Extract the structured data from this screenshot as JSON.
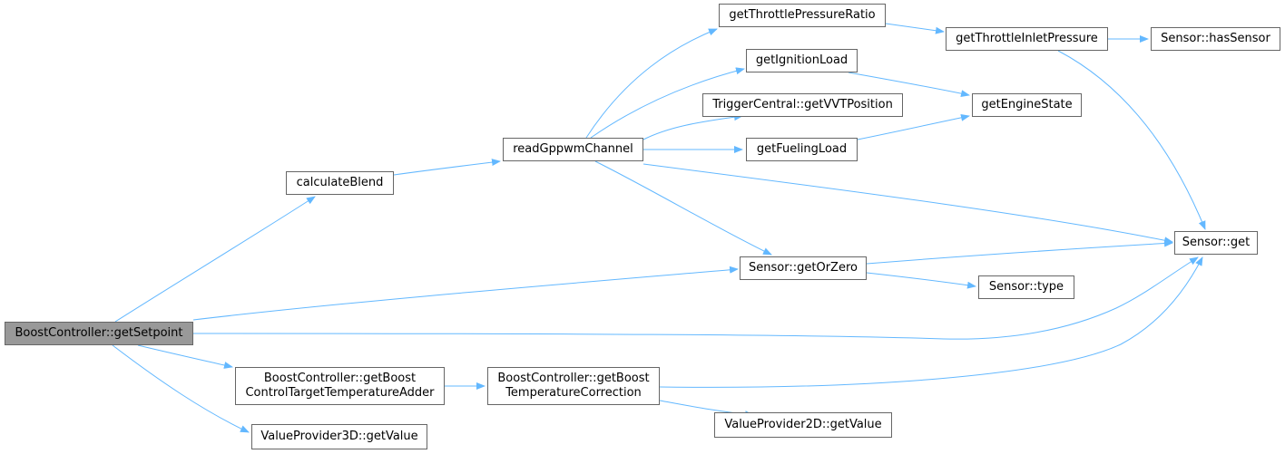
{
  "colors": {
    "edge": "#63b8ff",
    "node_border": "#666666",
    "node_fill": "#ffffff",
    "root_fill": "#999999",
    "text": "#000000"
  },
  "nodes": {
    "boost_get_setpoint": "BoostController::getSetpoint",
    "calculate_blend": "calculateBlend",
    "read_gppwm_channel": "readGppwmChannel",
    "get_throttle_pressure_ratio": "getThrottlePressureRatio",
    "get_ignition_load": "getIgnitionLoad",
    "trigger_central_get_vvt_position": "TriggerCentral::getVVTPosition",
    "get_fueling_load": "getFuelingLoad",
    "get_throttle_inlet_pressure": "getThrottleInletPressure",
    "get_engine_state": "getEngineState",
    "sensor_has_sensor": "Sensor::hasSensor",
    "sensor_get": "Sensor::get",
    "sensor_get_or_zero": "Sensor::getOrZero",
    "sensor_type": "Sensor::type",
    "boost_target_temp_adder": {
      "line1": "BoostController::getBoost",
      "line2": "ControlTargetTemperatureAdder"
    },
    "boost_temp_correction": {
      "line1": "BoostController::getBoost",
      "line2": "TemperatureCorrection"
    },
    "value_provider_3d_get_value": "ValueProvider3D::getValue",
    "value_provider_2d_get_value": "ValueProvider2D::getValue"
  },
  "edges": [
    [
      "boost_get_setpoint",
      "calculate_blend"
    ],
    [
      "boost_get_setpoint",
      "sensor_get_or_zero"
    ],
    [
      "boost_get_setpoint",
      "sensor_get"
    ],
    [
      "boost_get_setpoint",
      "boost_target_temp_adder"
    ],
    [
      "boost_get_setpoint",
      "value_provider_3d_get_value"
    ],
    [
      "calculate_blend",
      "read_gppwm_channel"
    ],
    [
      "read_gppwm_channel",
      "get_throttle_pressure_ratio"
    ],
    [
      "read_gppwm_channel",
      "get_ignition_load"
    ],
    [
      "read_gppwm_channel",
      "trigger_central_get_vvt_position"
    ],
    [
      "read_gppwm_channel",
      "get_fueling_load"
    ],
    [
      "read_gppwm_channel",
      "sensor_get"
    ],
    [
      "read_gppwm_channel",
      "sensor_get_or_zero"
    ],
    [
      "get_throttle_pressure_ratio",
      "get_throttle_inlet_pressure"
    ],
    [
      "get_throttle_inlet_pressure",
      "sensor_has_sensor"
    ],
    [
      "get_throttle_inlet_pressure",
      "sensor_get"
    ],
    [
      "get_ignition_load",
      "get_engine_state"
    ],
    [
      "get_fueling_load",
      "get_engine_state"
    ],
    [
      "sensor_get_or_zero",
      "sensor_get"
    ],
    [
      "sensor_get_or_zero",
      "sensor_type"
    ],
    [
      "boost_target_temp_adder",
      "boost_temp_correction"
    ],
    [
      "boost_temp_correction",
      "sensor_get"
    ],
    [
      "boost_temp_correction",
      "value_provider_2d_get_value"
    ]
  ]
}
